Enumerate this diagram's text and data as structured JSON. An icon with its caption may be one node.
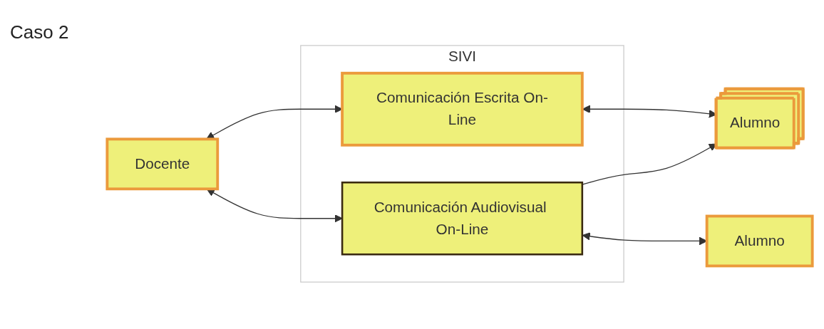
{
  "diagram": {
    "title": "Caso 2",
    "nodes": [
      {
        "text": [
          "SIVI"
        ]
      },
      {
        "text": [
          "Docente"
        ]
      },
      {
        "text": [
          "Comunicación Escrita On-Line"
        ],
        "in": 0
      },
      {
        "text": [
          "Comunicación Audiovisual On-Line"
        ],
        "in": 0
      },
      {
        "text": [
          "Alumno"
        ]
      },
      {
        "text": [
          "Alumno"
        ]
      }
    ],
    "edges": [
      {
        "from": 1,
        "to": 2,
        "arrow": "both"
      },
      {
        "from": 1,
        "to": 3,
        "arrow": "both"
      },
      {
        "from": 2,
        "to": 4,
        "arrow": "both"
      },
      {
        "from": 3,
        "to": 4,
        "arrow": "to"
      },
      {
        "from": 3,
        "to": 5,
        "arrow": "both"
      }
    ]
  }
}
